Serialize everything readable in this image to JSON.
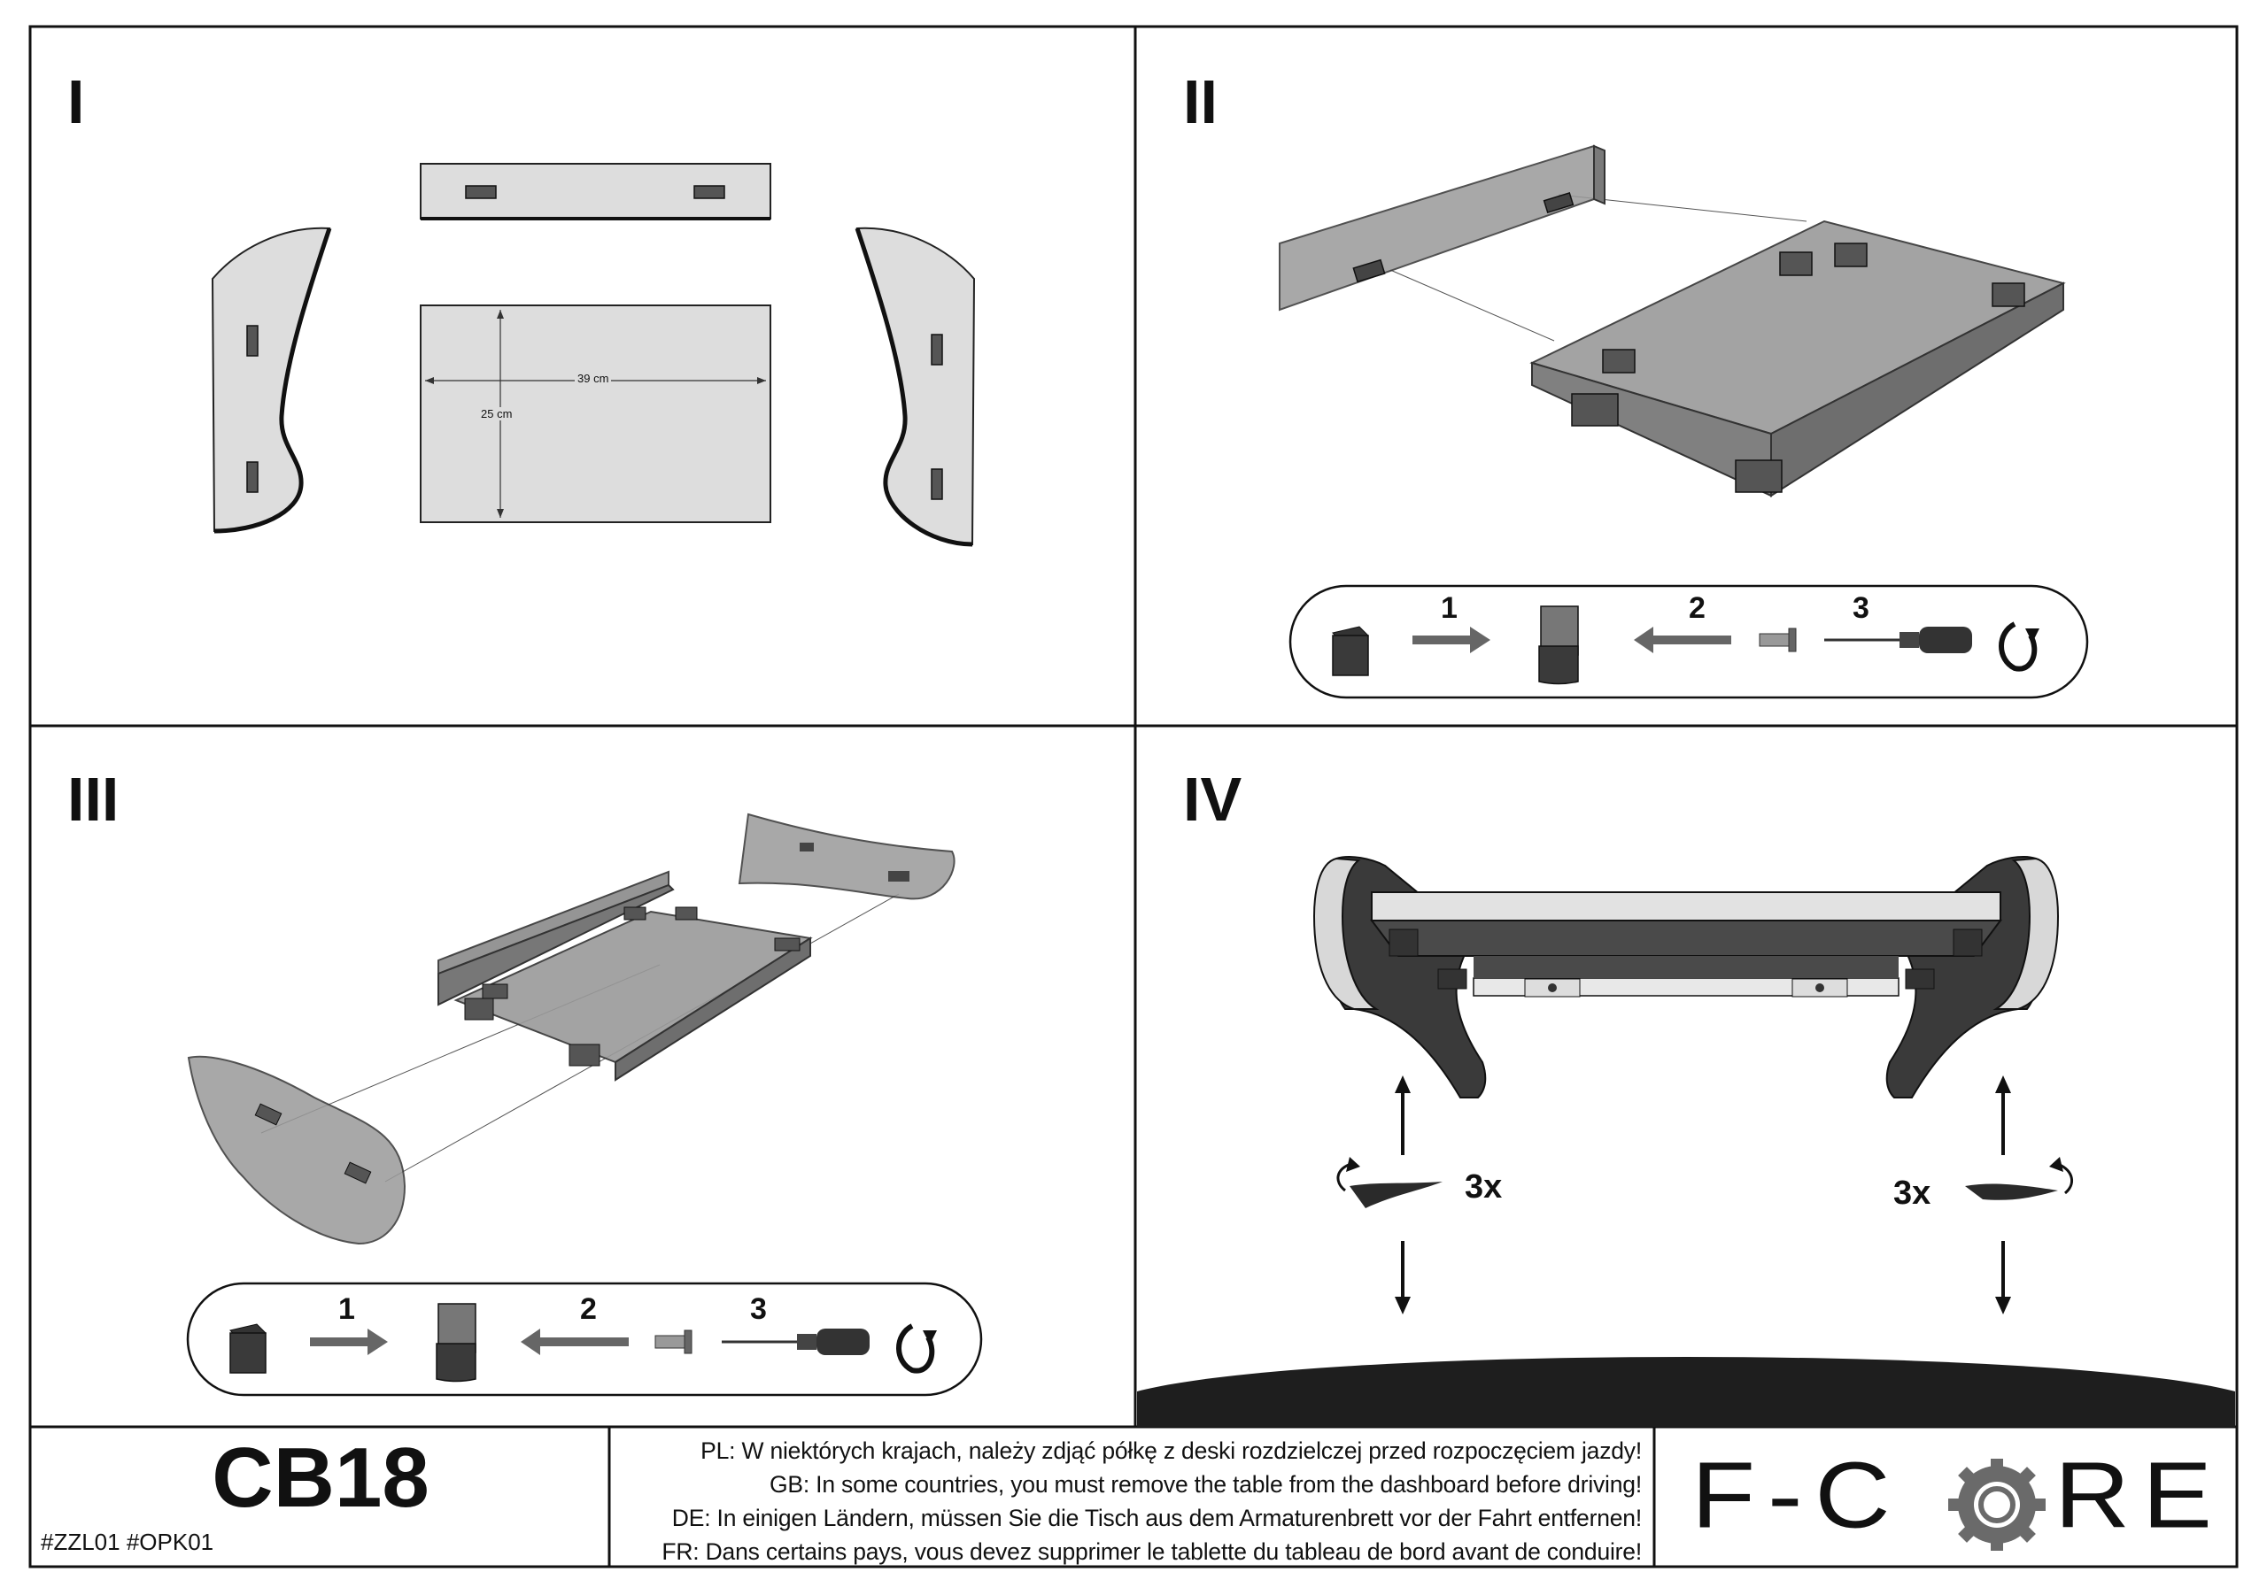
{
  "panels": [
    {
      "numeral": "I"
    },
    {
      "numeral": "II"
    },
    {
      "numeral": "III"
    },
    {
      "numeral": "IV"
    }
  ],
  "dimensions": {
    "width": "39 cm",
    "height": "25 cm"
  },
  "steps": [
    "1",
    "2",
    "3"
  ],
  "rotation_count": "3x",
  "model": "CB18",
  "codes": "#ZZL01  #OPK01",
  "notes": [
    "PL: W niektórych krajach, należy zdjąć półkę z deski rozdzielczej przed rozpoczęciem jazdy!",
    "GB: In some countries, you must remove the table from the dashboard before driving!",
    "DE: In einigen Ländern, müssen Sie die Tisch aus dem Armaturenbrett vor der Fahrt entfernen!",
    "FR: Dans certains pays, vous devez supprimer le tablette du tableau de bord avant de conduire!"
  ],
  "brand": {
    "prefix": "F-C",
    "suffix": "RE"
  },
  "colors": {
    "line": "#111111",
    "panel": "#dcdcdc",
    "tinted": "#8e8e8e",
    "dark": "#3a3a3a"
  }
}
